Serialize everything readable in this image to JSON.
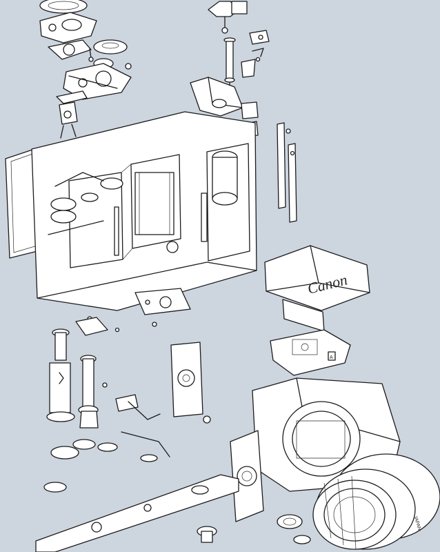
{
  "colors": {
    "background": "#cdd5df",
    "line": "#1b1b1b",
    "fill": "#ffffff"
  },
  "labels": {
    "prism_brand": "Canon",
    "lens_marking": "JAPAN",
    "viewfinder_letter": "A"
  }
}
